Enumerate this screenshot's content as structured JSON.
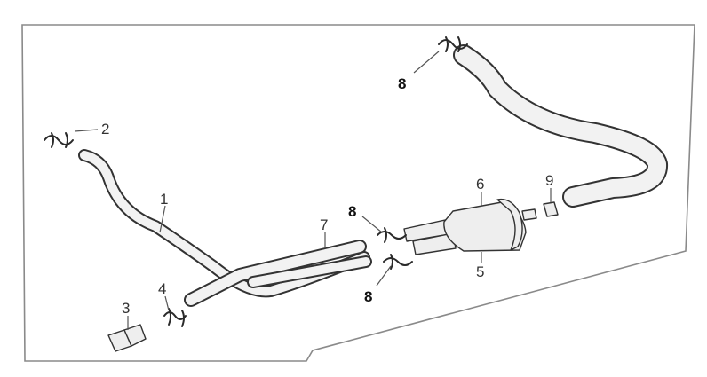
{
  "callouts": {
    "c1": "1",
    "c2": "2",
    "c3": "3",
    "c4": "4",
    "c5": "5",
    "c6": "6",
    "c7": "7",
    "c8_top": "8",
    "c8_mid": "8",
    "c8_low": "8",
    "c9": "9"
  },
  "colors": {
    "frame": "#8a8a8a",
    "outline": "#333333",
    "fill": "#eeeeee"
  }
}
